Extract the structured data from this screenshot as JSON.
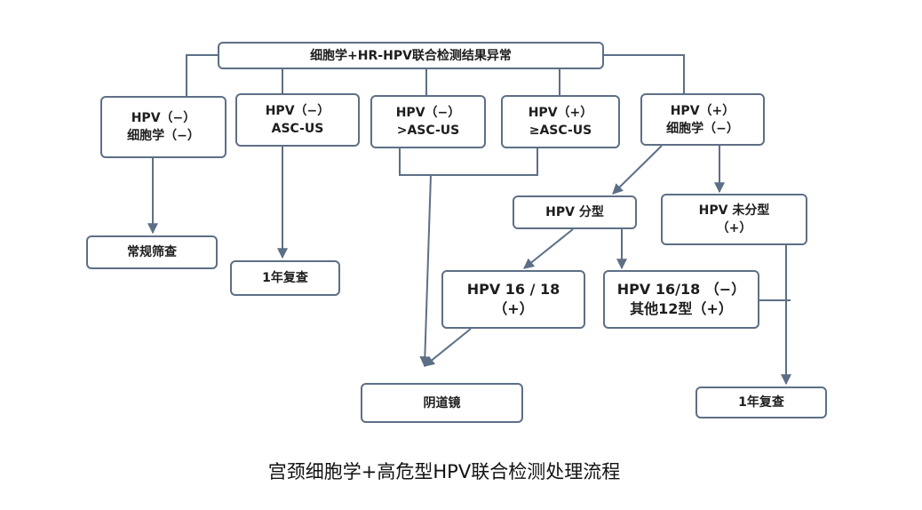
{
  "nodes": {
    "header": [
      "细胞学+HR-HPV联合检测结果异常"
    ],
    "neg_neg": [
      "HPV（−）",
      "细胞学（−）"
    ],
    "neg_ascus": [
      "HPV（−）",
      "ASC-US"
    ],
    "neg_gt_ascus": [
      "HPV（−）",
      ">ASC-US"
    ],
    "pos_ge_ascus": [
      "HPV（+）",
      "≥ASC-US"
    ],
    "pos_neg": [
      "HPV（+）",
      "细胞学（−）"
    ],
    "routine": [
      "常规筛查"
    ],
    "retest_1y_a": [
      "1年复查"
    ],
    "genotyped": [
      "HPV 分型"
    ],
    "not_genotyped": [
      "HPV 未分型",
      "（+）"
    ],
    "hpv16_18_pos": [
      "HPV 16 / 18",
      "（+）"
    ],
    "hpv16_18_neg_other_pos": [
      "HPV 16/18 （−）",
      "其他12型（+）"
    ],
    "colposcopy": [
      "阴道镜"
    ],
    "retest_1y_b": [
      "1年复查"
    ]
  },
  "caption": "宫颈细胞学+高危型HPV联合检测处理流程",
  "colors": {
    "box_border": "#5d6f86",
    "line": "#5d6f86",
    "text": "#1d1d1d"
  }
}
